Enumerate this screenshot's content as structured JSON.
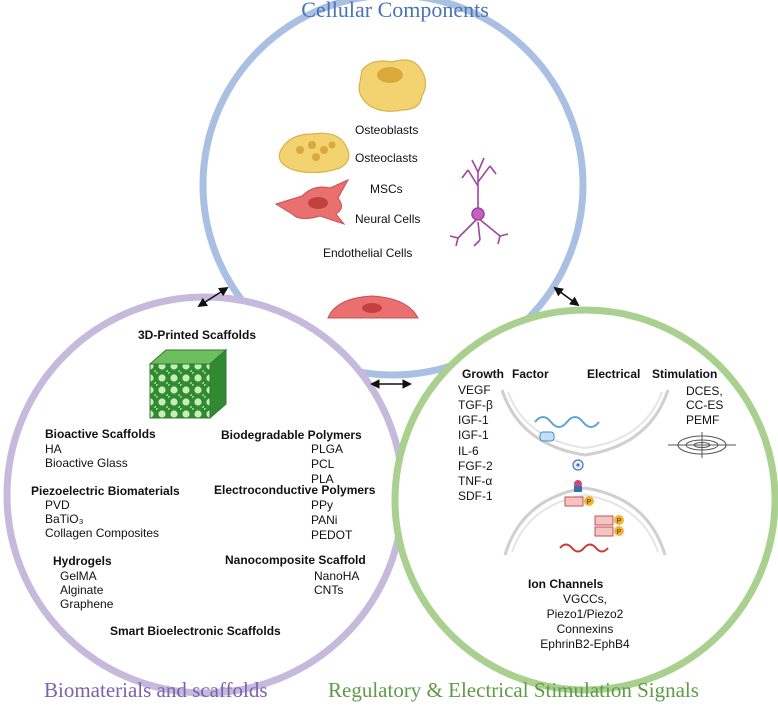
{
  "titles": {
    "cellular": "Cellular Components",
    "biomaterials": "Biomaterials and scaffolds",
    "regulatory": "Regulatory & Electrical Stimulation Signals"
  },
  "cellular": {
    "items": [
      "Osteoblasts",
      "Osteoclasts",
      "MSCs",
      "Neural Cells",
      "Endothelial Cells"
    ]
  },
  "biomaterials": {
    "printed_title": "3D-Printed Scaffolds",
    "bioactive": {
      "title": "Bioactive Scaffolds",
      "items": [
        "HA",
        "Bioactive Glass"
      ]
    },
    "biodegradable": {
      "title": "Biodegradable Polymers",
      "items": [
        "PLGA",
        "PCL",
        "PLA"
      ]
    },
    "piezo": {
      "title": "Piezoelectric Biomaterials",
      "items": [
        "PVD",
        "BaTiO₃",
        "Collagen Composites"
      ]
    },
    "conductive": {
      "title": "Electroconductive Polymers",
      "items": [
        "PPy",
        "PANi",
        "PEDOT"
      ]
    },
    "hydrogels": {
      "title": "Hydrogels",
      "items": [
        "GelMA",
        "Alginate",
        "Graphene"
      ]
    },
    "nano": {
      "title": "Nanocomposite  Scaffold",
      "items": [
        "NanoHA",
        "CNTs"
      ]
    },
    "smart": "Smart Bioelectronic  Scaffolds"
  },
  "regulatory": {
    "growth_word1": "Growth",
    "growth_word2": "Factor",
    "growth_items": [
      "VEGF",
      "TGF-β",
      "IGF-1",
      "IGF-1",
      "IL-6",
      "FGF-2",
      "TNF-α",
      "SDF-1"
    ],
    "electrical_word1": "Electrical",
    "electrical_word2": "Stimulation",
    "electrical_items": [
      "DCES,",
      "CC-ES",
      "PEMF"
    ],
    "ion_title": "Ion Channels",
    "ion_items": [
      "VGCCs,",
      "Piezo1/Piezo2",
      "Connexins",
      "EphrinB2-EphB4"
    ],
    "receptor_labels": [
      "P",
      "P",
      "P"
    ]
  },
  "colors": {
    "cellular_ring": "#a9c0e3",
    "biomaterials_ring": "#c6b9dc",
    "regulatory_ring": "#a9d08e",
    "cellular_title": "#4a74b5",
    "biomaterials_title": "#7a62ae",
    "regulatory_title": "#5f9a47",
    "cell_yellow": "#f3d270",
    "cell_red": "#e9706e",
    "neuron_purple": "#a0469e",
    "scaffold_green": "#3c9a3c"
  }
}
